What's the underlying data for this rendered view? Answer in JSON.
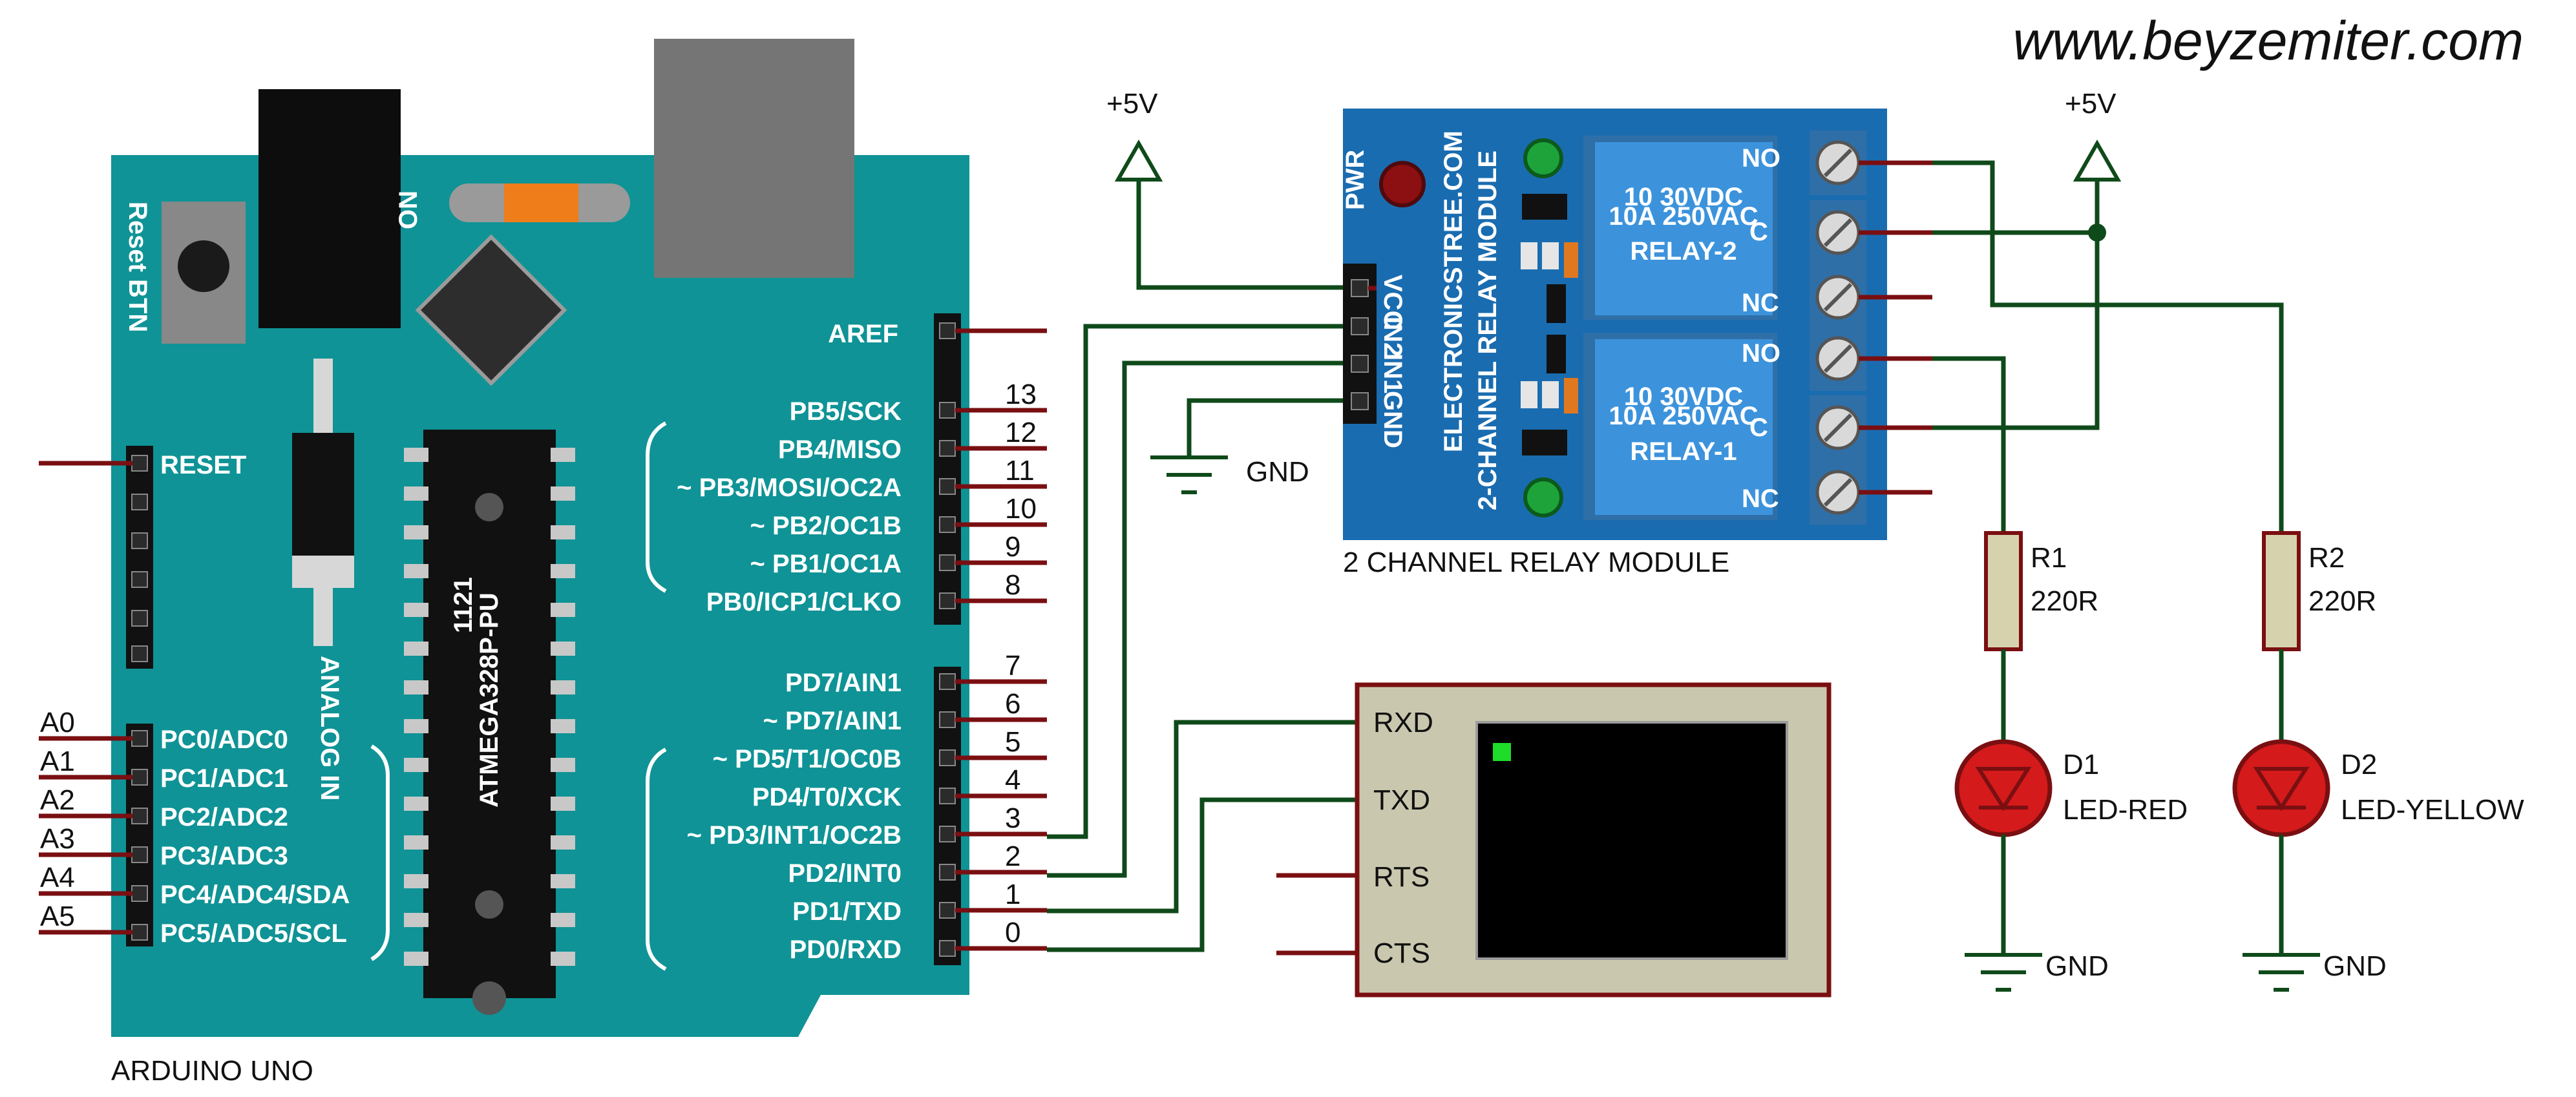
{
  "watermark": "www.beyzemiter.com",
  "arduino": {
    "name": "ARDUINO UNO",
    "reset_btn": "Reset BTN",
    "on_label": "ON",
    "chip": "ATMEGA328P-PU",
    "chip_code": "1121",
    "analog_in": "ANALOG IN",
    "reset_pin": "RESET",
    "aref": "AREF",
    "analog_pins": [
      {
        "ext": "A0",
        "label": "PC0/ADC0"
      },
      {
        "ext": "A1",
        "label": "PC1/ADC1"
      },
      {
        "ext": "A2",
        "label": "PC2/ADC2"
      },
      {
        "ext": "A3",
        "label": "PC3/ADC3"
      },
      {
        "ext": "A4",
        "label": "PC4/ADC4/SDA"
      },
      {
        "ext": "A5",
        "label": "PC5/ADC5/SCL"
      }
    ],
    "digital_high": [
      {
        "num": "13",
        "label": "PB5/SCK"
      },
      {
        "num": "12",
        "label": "PB4/MISO"
      },
      {
        "num": "11",
        "label": "~ PB3/MOSI/OC2A"
      },
      {
        "num": "10",
        "label": "~ PB2/OC1B"
      },
      {
        "num": "9",
        "label": "~ PB1/OC1A"
      },
      {
        "num": "8",
        "label": "PB0/ICP1/CLKO"
      }
    ],
    "digital_low": [
      {
        "num": "7",
        "label": "PD7/AIN1"
      },
      {
        "num": "6",
        "label": "~ PD7/AIN1"
      },
      {
        "num": "5",
        "label": "~ PD5/T1/OC0B"
      },
      {
        "num": "4",
        "label": "PD4/T0/XCK"
      },
      {
        "num": "3",
        "label": "~ PD3/INT1/OC2B"
      },
      {
        "num": "2",
        "label": "PD2/INT0"
      },
      {
        "num": "1",
        "label": "PD1/TXD"
      },
      {
        "num": "0",
        "label": "PD0/RXD"
      }
    ]
  },
  "relay_module": {
    "name": "2 CHANNEL RELAY MODULE",
    "board_title": "2-CHANNEL RELAY MODULE",
    "board_site": "ELECTRONICSTREE.COM",
    "pwr": "PWR",
    "pins": [
      "VCC",
      "IN2",
      "IN1",
      "GND"
    ],
    "relay2": {
      "title": "RELAY-2",
      "rating1": "10 30VDC",
      "rating2": "10A  250VAC"
    },
    "relay1": {
      "title": "RELAY-1",
      "rating1": "10 30VDC",
      "rating2": "10A  250VAC"
    },
    "terminals": [
      "NO",
      "C",
      "NC",
      "NO",
      "C",
      "NC"
    ]
  },
  "terminal": {
    "pins": [
      "RXD",
      "TXD",
      "RTS",
      "CTS"
    ]
  },
  "power": {
    "vcc1": "+5V",
    "vcc2": "+5V",
    "gnd": "GND"
  },
  "r1": {
    "name": "R1",
    "value": "220R"
  },
  "r2": {
    "name": "R2",
    "value": "220R"
  },
  "d1": {
    "name": "D1",
    "type": "LED-RED"
  },
  "d2": {
    "name": "D2",
    "type": "LED-YELLOW"
  },
  "colors": {
    "board": "#0f9396",
    "wire": "#0f4a1a",
    "pin": "#7a0f12",
    "relay_pcb": "#1a6cb0",
    "relay_body": "#3c93dc",
    "led_red": "#d41a1a"
  }
}
